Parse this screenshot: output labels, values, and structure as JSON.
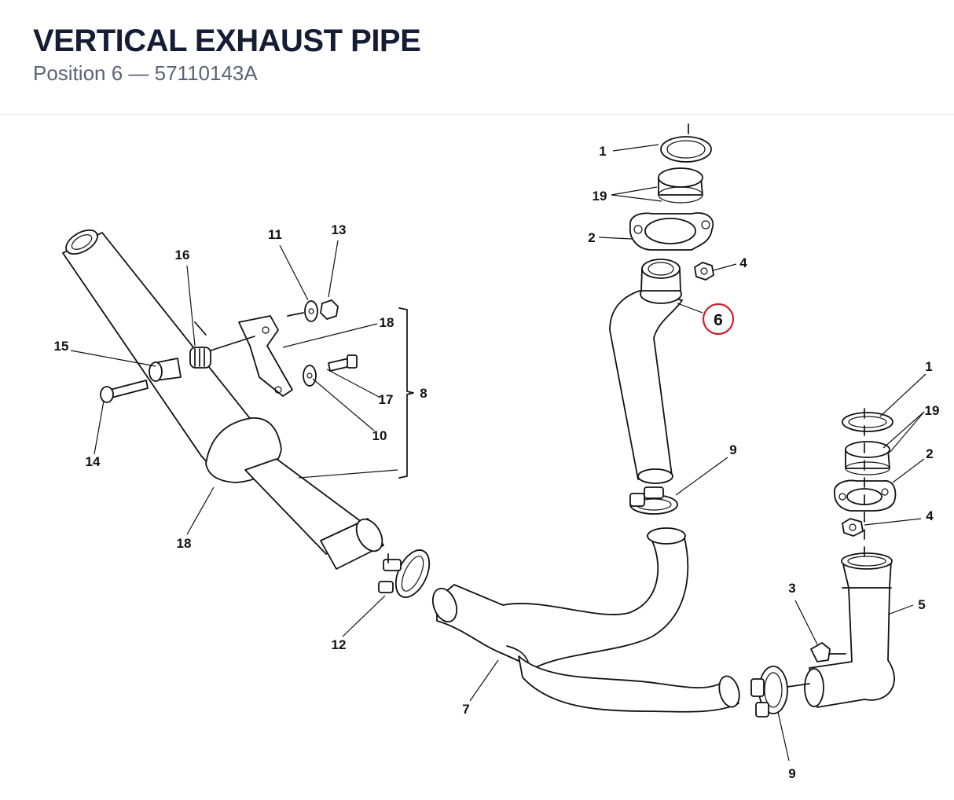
{
  "header": {
    "title": "VERTICAL EXHAUST PIPE",
    "subtitle": "Position 6 — 57110143A"
  },
  "callouts": {
    "c1_top": "1",
    "c19_top": "19",
    "c2_top": "2",
    "c4_top": "4",
    "c6": "6",
    "c9_mid": "9",
    "c1_right": "1",
    "c19_right": "19",
    "c2_right": "2",
    "c4_right": "4",
    "c5": "5",
    "c3": "3",
    "c9_bottom": "9",
    "c7": "7",
    "c12": "12",
    "c18_left": "18",
    "c18_bracket": "18",
    "c8": "8",
    "c11": "11",
    "c13": "13",
    "c16": "16",
    "c15": "15",
    "c14": "14",
    "c17": "17",
    "c10": "10"
  },
  "highlight": {
    "color": "#d0202a"
  }
}
